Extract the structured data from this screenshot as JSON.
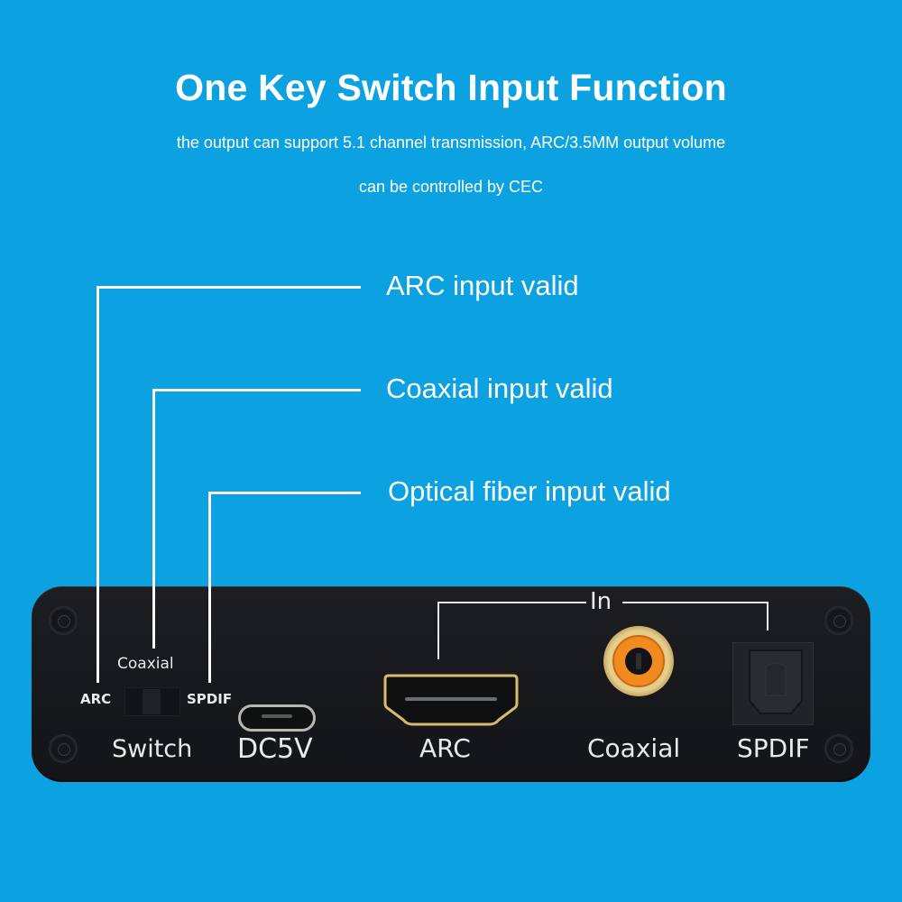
{
  "header": {
    "title": "One Key Switch Input Function",
    "subtitle_line1": "the output can support 5.1 channel transmission, ARC/3.5MM output volume",
    "subtitle_line2": "can be controlled by CEC"
  },
  "callouts": [
    {
      "label": "ARC input valid",
      "target": "ARC"
    },
    {
      "label": "Coaxial input valid",
      "target": "Coaxial"
    },
    {
      "label": "Optical fiber input valid",
      "target": "SPDIF"
    }
  ],
  "device": {
    "switch": {
      "positions": [
        "ARC",
        "Coaxial",
        "SPDIF"
      ],
      "label": "Switch"
    },
    "power_port_label": "DC5V",
    "input_group_label": "In",
    "inputs": [
      {
        "label": "ARC",
        "type": "hdmi-port"
      },
      {
        "label": "Coaxial",
        "type": "rca-jack"
      },
      {
        "label": "SPDIF",
        "type": "toslink-port"
      }
    ]
  },
  "colors": {
    "background": "#0ca2e2",
    "panel": "#17181b",
    "rca_orange": "#f18b1f",
    "gold": "#d9bb6e"
  }
}
